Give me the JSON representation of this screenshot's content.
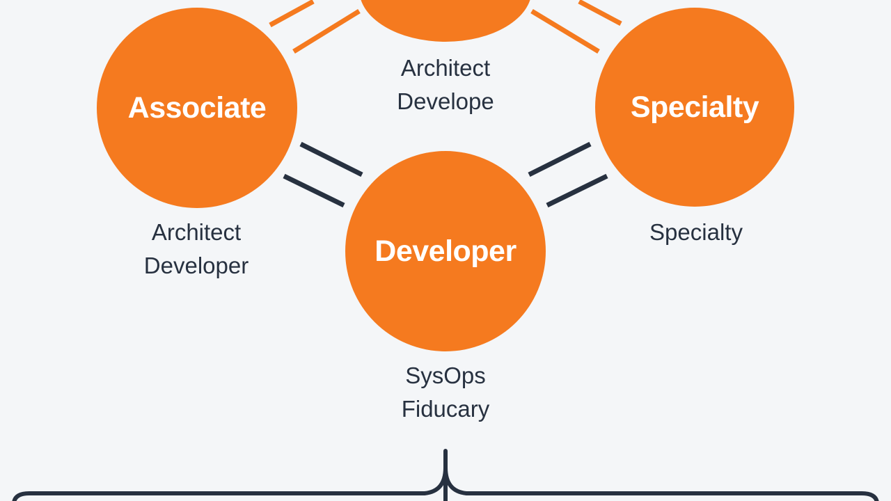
{
  "colors": {
    "background": "#f4f6f8",
    "node_fill": "#f57a1f",
    "orange_connector": "#f57a1f",
    "dark_connector": "#273140",
    "label_text": "#ffffff",
    "caption_text": "#273140"
  },
  "nodes": {
    "top": {
      "label": ""
    },
    "associate": {
      "label": "Associate"
    },
    "specialty": {
      "label": "Specialty"
    },
    "developer": {
      "label": "Developer"
    }
  },
  "captions": {
    "top": {
      "line1": "Architect",
      "line2": "Develope"
    },
    "associate": {
      "line1": "Architect",
      "line2": "Developer"
    },
    "specialty": {
      "line1": "Specialty"
    },
    "developer": {
      "line1": "SysOps",
      "line2": "Fiducary"
    }
  }
}
